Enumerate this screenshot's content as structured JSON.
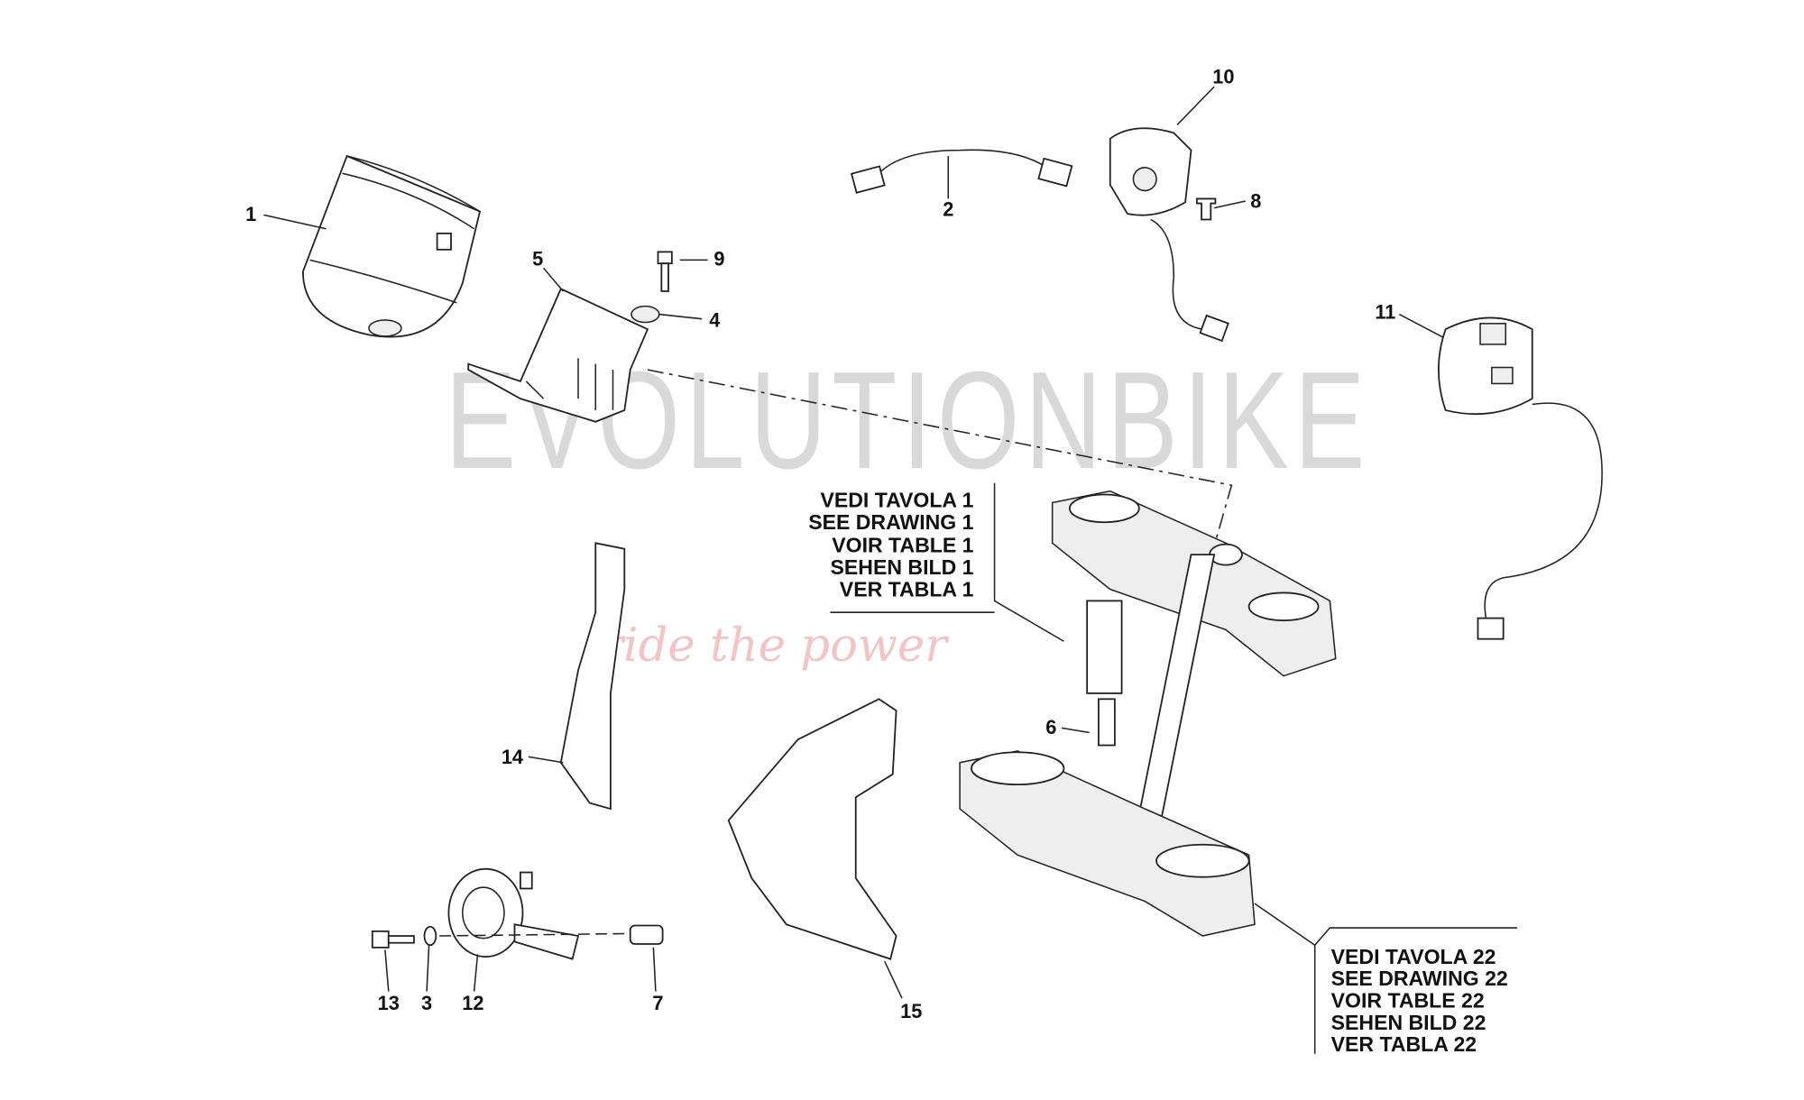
{
  "watermark": {
    "brand": "EVOLUTIONBIKE",
    "tagline": "ride the power"
  },
  "callouts": [
    "1",
    "2",
    "3",
    "4",
    "5",
    "6",
    "7",
    "8",
    "9",
    "10",
    "11",
    "12",
    "13",
    "14",
    "15"
  ],
  "reference_1": [
    "VEDI TAVOLA 1",
    "SEE DRAWING 1",
    "VOIR TABLE 1",
    "SEHEN BILD 1",
    "VER TABLA 1"
  ],
  "reference_22": [
    "VEDI TAVOLA 22",
    "SEE DRAWING 22",
    "VOIR TABLE 22",
    "SEHEN BILD 22",
    "VER TABLA 22"
  ]
}
